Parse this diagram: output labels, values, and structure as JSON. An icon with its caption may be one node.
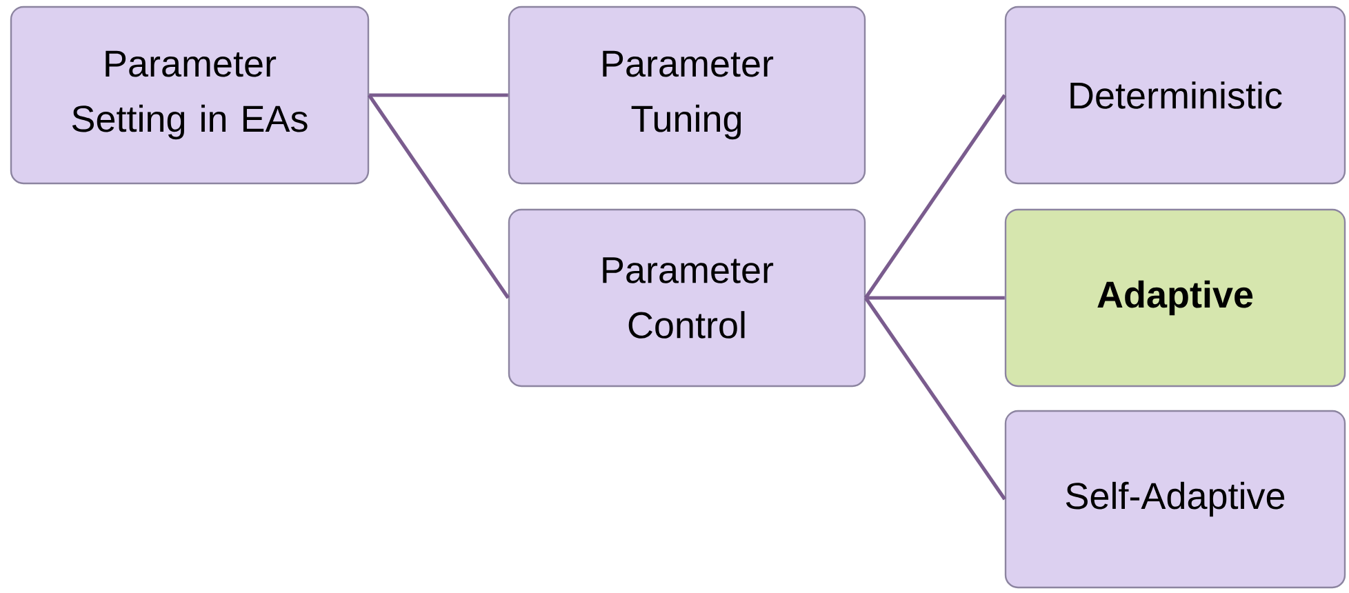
{
  "diagram": {
    "nodes": [
      {
        "text": [
          "Parameter Setting in EAs"
        ]
      },
      {
        "text": [
          "Parameter Tuning"
        ]
      },
      {
        "text": [
          "Parameter Control"
        ]
      },
      {
        "text": [
          "Deterministic"
        ]
      },
      {
        "text": [
          "Adaptive"
        ]
      },
      {
        "text": [
          "Self-Adaptive"
        ]
      }
    ],
    "edges": [
      {
        "from": 0,
        "to": 1,
        "arrow": "none"
      },
      {
        "from": 0,
        "to": 2,
        "arrow": "none"
      },
      {
        "from": 2,
        "to": 3,
        "arrow": "none"
      },
      {
        "from": 2,
        "to": 4,
        "arrow": "none"
      },
      {
        "from": 2,
        "to": 5,
        "arrow": "none"
      }
    ]
  }
}
